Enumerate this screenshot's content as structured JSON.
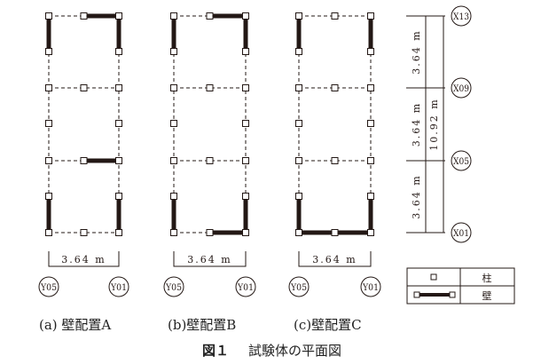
{
  "grid": {
    "rows": 7,
    "cols": 3,
    "nodes_note_rows_with_mid": [
      0,
      2,
      4,
      6
    ]
  },
  "plans": [
    {
      "caption": "(a) 壁配置A",
      "span_label": "3.64 m",
      "left_axis": "Y05",
      "right_axis": "Y01",
      "walls": [
        [
          1,
          0,
          2,
          0
        ],
        [
          0,
          0,
          0,
          1
        ],
        [
          2,
          0,
          2,
          1
        ],
        [
          1,
          4,
          2,
          4
        ],
        [
          0,
          5,
          0,
          6
        ],
        [
          2,
          5,
          2,
          6
        ]
      ]
    },
    {
      "caption": "(b)壁配置B",
      "span_label": "3.64 m",
      "left_axis": "Y05",
      "right_axis": "Y01",
      "walls": [
        [
          1,
          0,
          2,
          0
        ],
        [
          0,
          0,
          0,
          1
        ],
        [
          2,
          0,
          2,
          1
        ],
        [
          0,
          5,
          0,
          6
        ],
        [
          2,
          5,
          2,
          6
        ],
        [
          1,
          6,
          2,
          6
        ]
      ]
    },
    {
      "caption": "(c)壁配置C",
      "span_label": "3.64 m",
      "left_axis": "Y05",
      "right_axis": "Y01",
      "walls": [
        [
          0,
          0,
          0,
          1
        ],
        [
          2,
          0,
          2,
          1
        ],
        [
          0,
          5,
          0,
          6
        ],
        [
          2,
          5,
          2,
          6
        ],
        [
          0,
          6,
          2,
          6
        ]
      ]
    }
  ],
  "elevation": {
    "segments": [
      "3.64 m",
      "3.64 m",
      "3.64 m"
    ],
    "total": "10.92 m",
    "axes": [
      "X13",
      "X09",
      "X05",
      "X01"
    ]
  },
  "legend": {
    "column_label": "柱",
    "wall_label": "壁"
  },
  "figure": {
    "number": "図１",
    "title": "試験体の平面図"
  },
  "colors": {
    "line": "#231815",
    "wall": "#231815"
  }
}
